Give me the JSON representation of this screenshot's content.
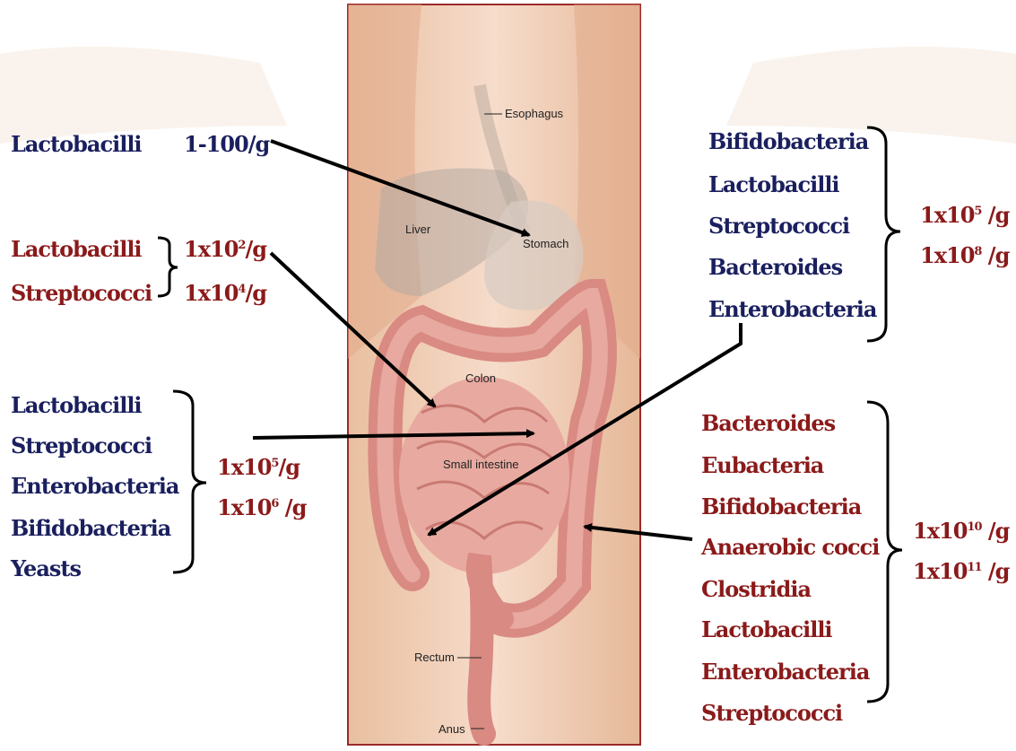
{
  "colors": {
    "blue_text": "#1a1f5e",
    "red_text": "#8b1a1a",
    "panel_border": "#9b2a2a",
    "arrow": "#000000"
  },
  "organs": {
    "esophagus": "Esophagus",
    "liver": "Liver",
    "stomach": "Stomach",
    "colon": "Colon",
    "small_intestine": "Small intestine",
    "rectum": "Rectum",
    "anus": "Anus"
  },
  "stomach": {
    "organism": "Lactobacilli",
    "count": "1-100/g"
  },
  "duodenum": {
    "organisms": [
      "Lactobacilli",
      "Streptococci"
    ],
    "counts": [
      {
        "prefix": "1x10",
        "exp": "2",
        "suffix": "/g"
      },
      {
        "prefix": "1x10",
        "exp": "4",
        "suffix": "/g"
      }
    ]
  },
  "small_intestine": {
    "organisms": [
      "Lactobacilli",
      "Streptococci",
      "Enterobacteria",
      "Bifidobacteria",
      "Yeasts"
    ],
    "counts": [
      {
        "prefix": "1x10",
        "exp": "5",
        "suffix": "/g"
      },
      {
        "prefix": "1x10",
        "exp": "6",
        "suffix": " /g"
      }
    ]
  },
  "ileum": {
    "organisms": [
      "Bifidobacteria",
      "Lactobacilli",
      "Streptococci",
      "Bacteroides",
      "Enterobacteria"
    ],
    "counts": [
      {
        "prefix": "1x10",
        "exp": "5",
        "suffix": " /g"
      },
      {
        "prefix": "1x10",
        "exp": "8",
        "suffix": " /g"
      }
    ]
  },
  "colon": {
    "organisms": [
      "Bacteroides",
      "Eubacteria",
      "Bifidobacteria",
      "Anaerobic cocci",
      "Clostridia",
      "Lactobacilli",
      "Enterobacteria",
      "Streptococci"
    ],
    "counts": [
      {
        "prefix": "1x10",
        "exp": "10",
        "suffix": " /g"
      },
      {
        "prefix": "1x10",
        "exp": "11",
        "suffix": " /g"
      }
    ]
  }
}
